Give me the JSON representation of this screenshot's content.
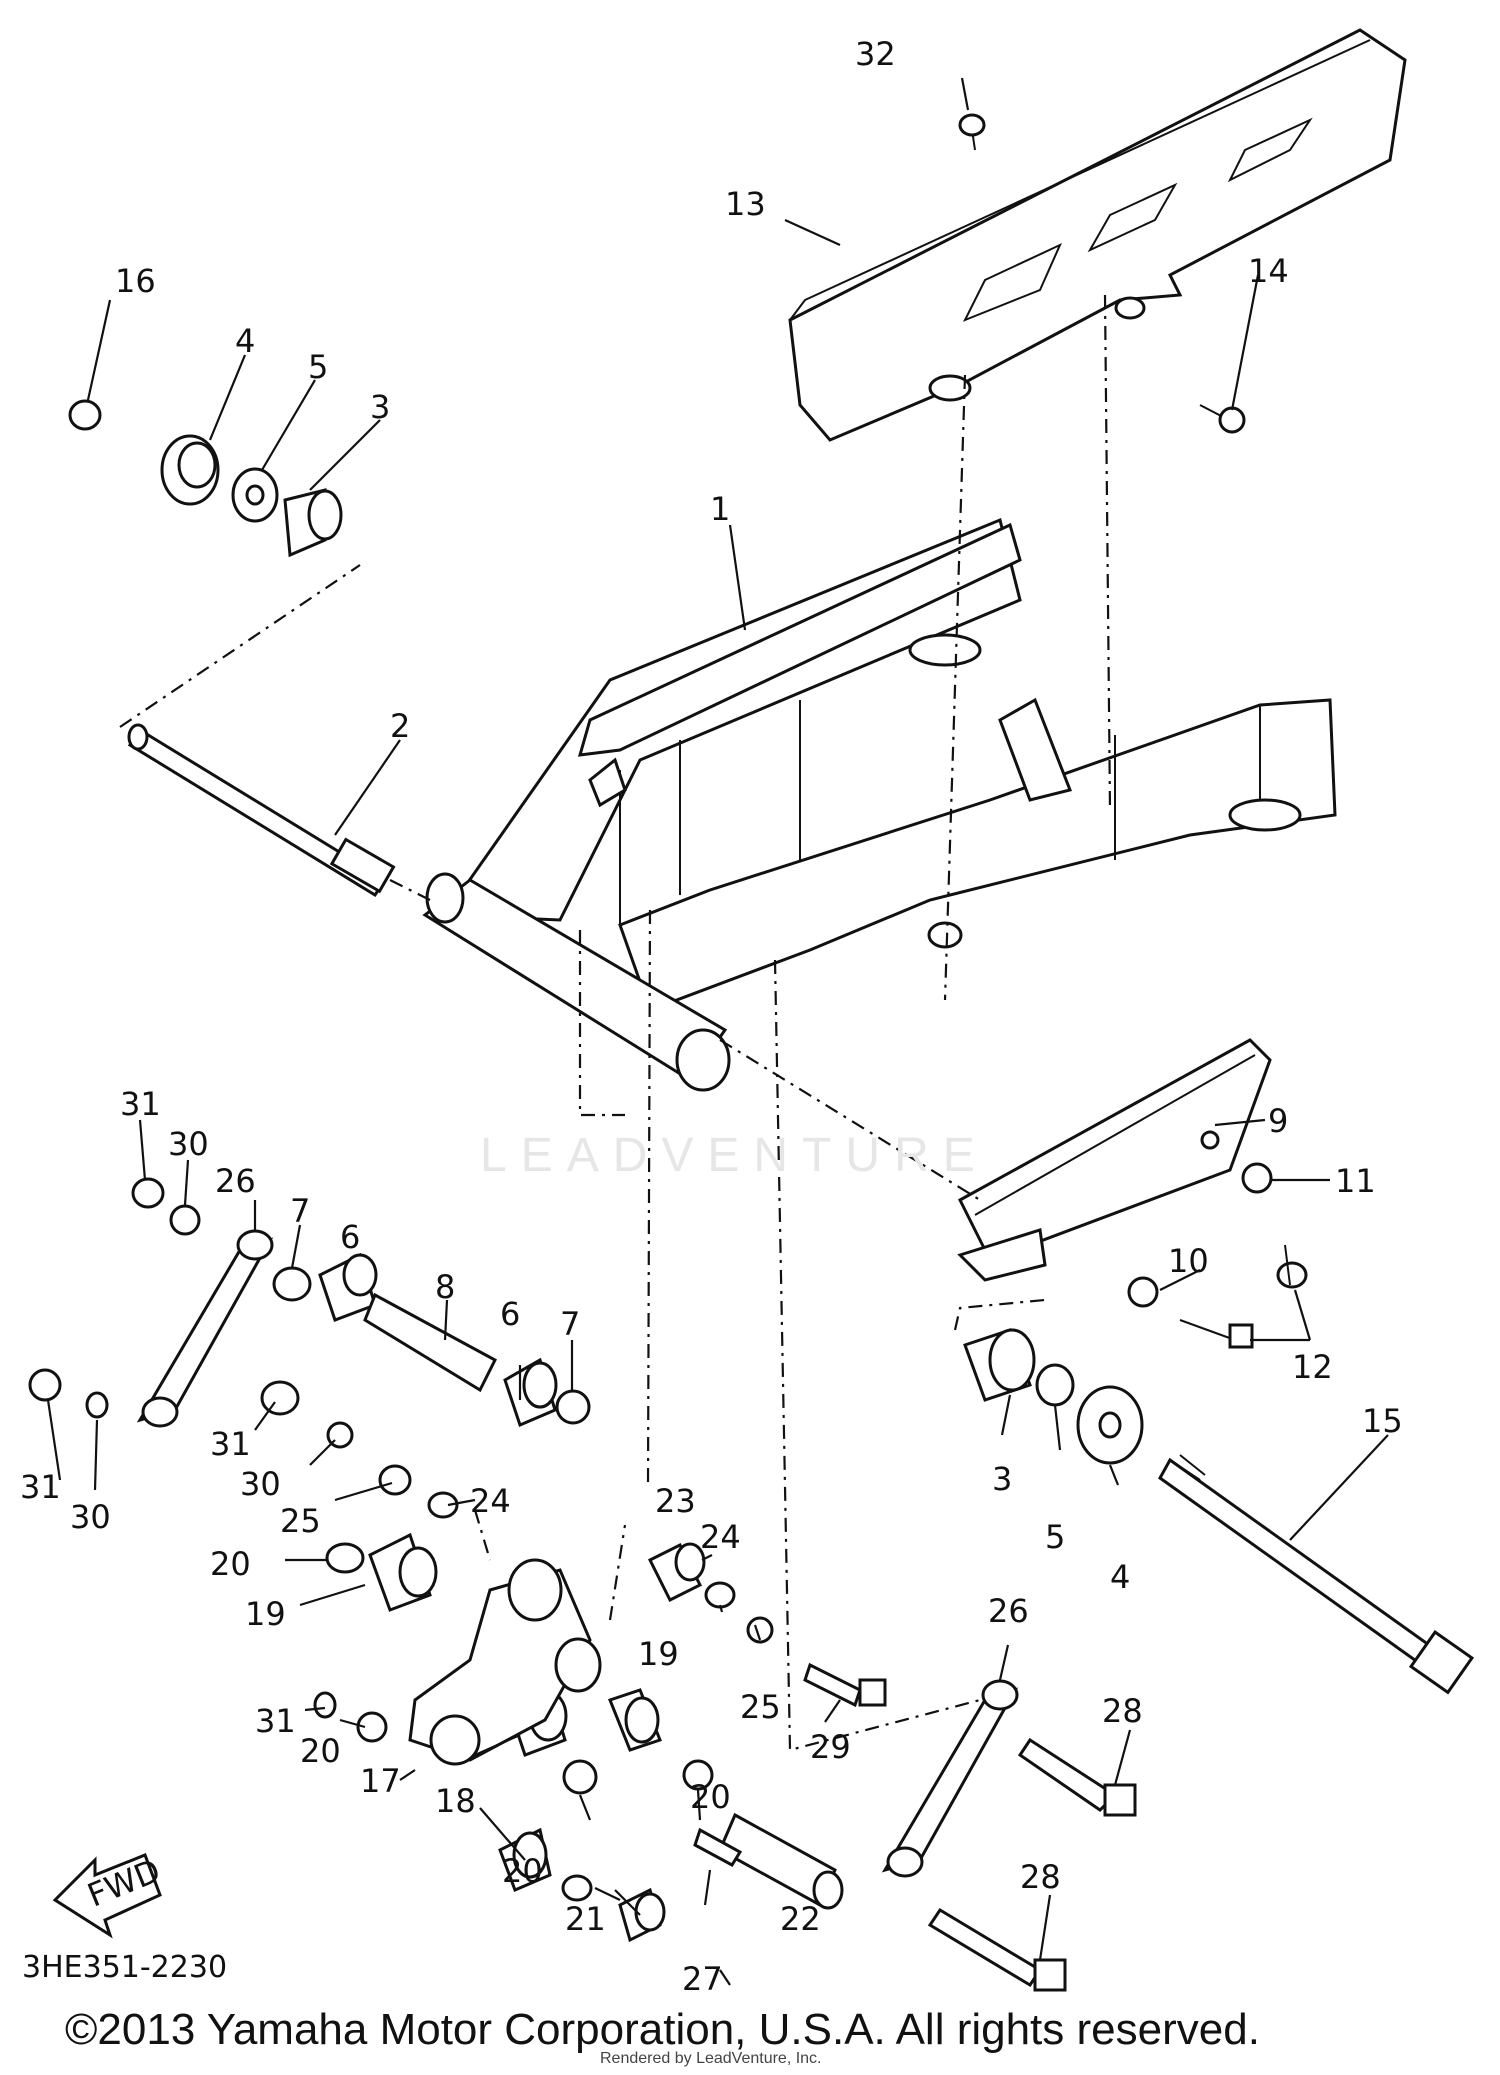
{
  "diagram_code": "3HE351-2230",
  "copyright": "©2013 Yamaha Motor Corporation, U.S.A. All rights reserved.",
  "watermark": "LEADVENTURE",
  "rendered_by": "Rendered by LeadVenture, Inc.",
  "fwd_label": "FWD",
  "callouts": [
    "32",
    "13",
    "14",
    "16",
    "4",
    "5",
    "3",
    "1",
    "2",
    "31",
    "30",
    "26",
    "7",
    "6",
    "8",
    "6",
    "7",
    "9",
    "11",
    "10",
    "12",
    "31",
    "30",
    "31",
    "30",
    "25",
    "24",
    "23",
    "24",
    "20",
    "19",
    "19",
    "25",
    "29",
    "26",
    "15",
    "3",
    "5",
    "4",
    "31",
    "20",
    "17",
    "28",
    "18",
    "20",
    "20",
    "22",
    "21",
    "27",
    "28"
  ]
}
